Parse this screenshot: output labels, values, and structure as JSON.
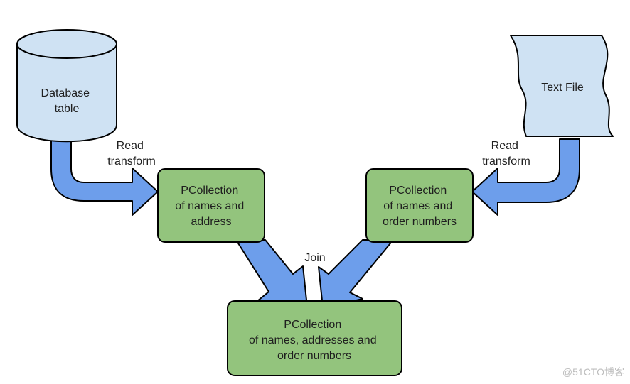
{
  "colors": {
    "source_fill": "#cfe2f3",
    "pcollection_fill": "#93c47d",
    "arrow_fill": "#6d9eeb",
    "stroke": "#000000"
  },
  "nodes": {
    "database": {
      "shape": "cylinder",
      "lines": [
        "Database",
        "table"
      ]
    },
    "text_file": {
      "shape": "document",
      "lines": [
        "Text File"
      ]
    },
    "pc_names_address": {
      "shape": "rounded-rect",
      "lines": [
        "PCollection",
        "of names and",
        "address"
      ]
    },
    "pc_names_orders": {
      "shape": "rounded-rect",
      "lines": [
        "PCollection",
        "of names and",
        "order numbers"
      ]
    },
    "pc_joined": {
      "shape": "rounded-rect",
      "lines": [
        "PCollection",
        "of names, addresses and",
        "order numbers"
      ]
    }
  },
  "edges": {
    "read_left": [
      "Read",
      "transform"
    ],
    "read_right": [
      "Read",
      "transform"
    ],
    "join": [
      "Join"
    ]
  },
  "watermark": "@51CTO博客"
}
